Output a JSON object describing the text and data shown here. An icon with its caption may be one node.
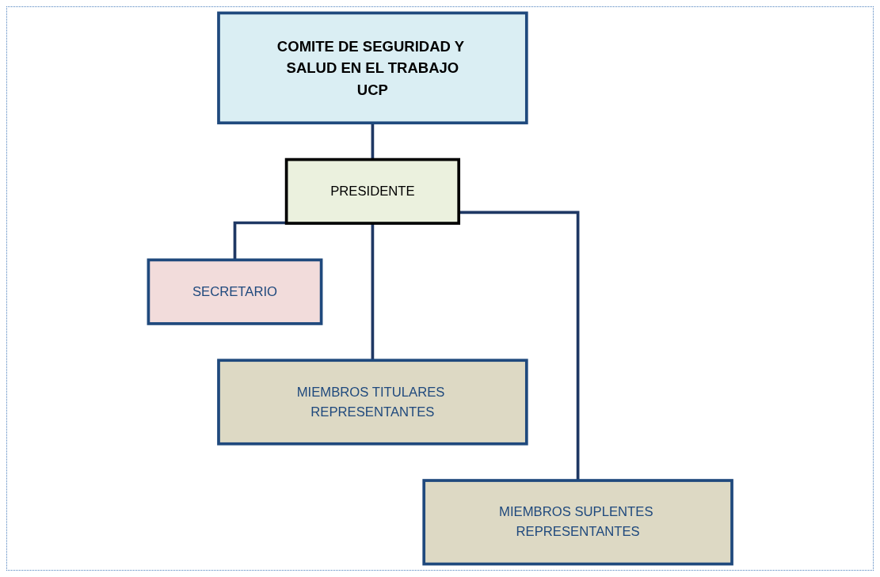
{
  "diagram": {
    "nodes": [
      {
        "text": [
          "COMITE DE SEGURIDAD Y SALUD EN EL TRABAJO",
          "UCP"
        ]
      },
      {
        "text": [
          "PRESIDENTE"
        ]
      },
      {
        "text": [
          "SECRETARIO"
        ]
      },
      {
        "text": [
          "MIEMBROS TITULARES REPRESENTANTES"
        ]
      },
      {
        "text": [
          "MIEMBROS SUPLENTES REPRESENTANTES"
        ]
      }
    ],
    "edges": [
      {
        "from": 0,
        "to": 1,
        "arrow": "none"
      },
      {
        "from": 1,
        "to": 2,
        "arrow": "none"
      },
      {
        "from": 1,
        "to": 3,
        "arrow": "none"
      },
      {
        "from": 1,
        "to": 4,
        "arrow": "none"
      }
    ]
  }
}
